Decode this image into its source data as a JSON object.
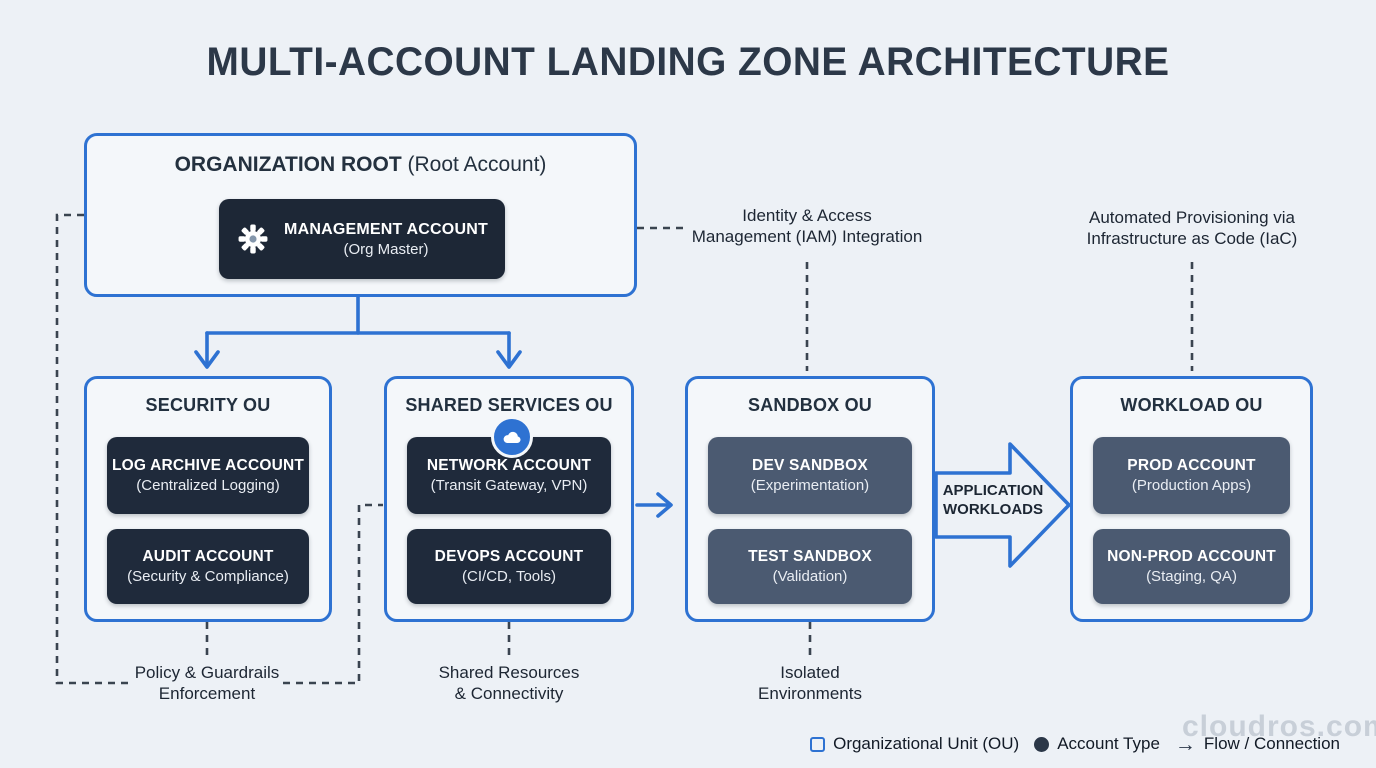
{
  "title": "MULTI-ACCOUNT LANDING ZONE ARCHITECTURE",
  "colors": {
    "accent": "#2e72d2",
    "navy": "#1f2a3b",
    "slate": "#4b5a71",
    "dash": "#3a4450",
    "bg": "#edf1f6",
    "panel": "#f4f7fa",
    "ink": "#1f2733"
  },
  "org_root": {
    "title_bold": "ORGANIZATION ROOT",
    "title_suffix": " (Root Account)",
    "account": {
      "icon": "gear-icon",
      "name": "MANAGEMENT ACCOUNT",
      "subtitle": "(Org Master)"
    }
  },
  "ous": [
    {
      "title": "SECURITY OU",
      "accounts": [
        {
          "name": "LOG ARCHIVE ACCOUNT",
          "subtitle": "(Centralized Logging)"
        },
        {
          "name": "AUDIT ACCOUNT",
          "subtitle": "(Security & Compliance)"
        }
      ]
    },
    {
      "title": "SHARED SERVICES OU",
      "badge_icon": "cloud-icon",
      "accounts": [
        {
          "name": "NETWORK ACCOUNT",
          "subtitle": "(Transit Gateway, VPN)"
        },
        {
          "name": "DEVOPS ACCOUNT",
          "subtitle": "(CI/CD, Tools)"
        }
      ]
    },
    {
      "title": "SANDBOX OU",
      "accounts": [
        {
          "name": "DEV SANDBOX",
          "subtitle": "(Experimentation)"
        },
        {
          "name": "TEST SANDBOX",
          "subtitle": "(Validation)"
        }
      ]
    },
    {
      "title": "WORKLOAD OU",
      "accounts": [
        {
          "name": "PROD ACCOUNT",
          "subtitle": "(Production Apps)"
        },
        {
          "name": "NON-PROD ACCOUNT",
          "subtitle": "(Staging, QA)"
        }
      ]
    }
  ],
  "annotations": {
    "iam": [
      "Identity & Access",
      "Management (IAM) Integration"
    ],
    "iac": [
      "Automated Provisioning via",
      "Infrastructure as Code (IaC)"
    ],
    "policy": [
      "Policy & Guardrails",
      "Enforcement"
    ],
    "shared_resources": [
      "Shared Resources",
      "& Connectivity"
    ],
    "isolated": [
      "Isolated",
      "Environments"
    ]
  },
  "flow_arrow": {
    "label": [
      "APPLICATION",
      "WORKLOADS"
    ]
  },
  "legend": {
    "items": [
      {
        "icon": "ou-square-icon",
        "label": "Organizational Unit (OU)"
      },
      {
        "icon": "account-circle-icon",
        "label": "Account Type"
      },
      {
        "icon": "flow-arrow-icon",
        "label": "Flow / Connection"
      }
    ]
  },
  "watermark": "cloudros.com"
}
